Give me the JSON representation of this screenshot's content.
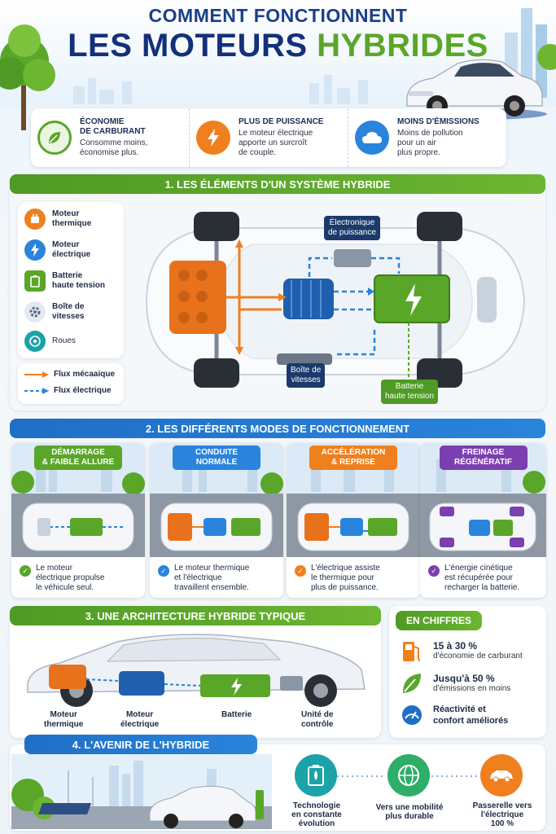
{
  "header": {
    "title_line1": "COMMENT FONCTIONNENT",
    "title_line2_main": "LES MOTEURS ",
    "title_line2_accent": "HYBRIDES"
  },
  "benefits": [
    {
      "title": "ÉCONOMIE\nDE CARBURANT",
      "text": "Consomme moins,\néconomise plus.",
      "icon": "leaf-gauge-icon",
      "color": "#5aa629"
    },
    {
      "title": "PLUS DE PUISSANCE",
      "text": "Le moteur électrique\napporte un surcroît\nde couple.",
      "icon": "lightning-icon",
      "color": "#f07f1e"
    },
    {
      "title": "MOINS D'ÉMISSIONS",
      "text": "Moins de pollution\npour un air\nplus propre.",
      "icon": "cloud-icon",
      "color": "#2a84dc"
    }
  ],
  "section1": {
    "title": "1. LES ÉLÉMENTS D'UN SYSTÈME HYBRIDE",
    "legend": [
      {
        "label": "Moteur\nthermique",
        "icon": "engine-icon",
        "color": "#f07f1e"
      },
      {
        "label": "Moteur\nélectrique",
        "icon": "lightning-icon",
        "color": "#2a84dc"
      },
      {
        "label": "Batterie\nhaute tension",
        "icon": "battery-icon",
        "color": "#5aa629"
      },
      {
        "label": "Boîte de\nvitesses",
        "icon": "gear-icon",
        "color": "#5b6b86"
      },
      {
        "label": "Roues",
        "icon": "wheel-icon",
        "color": "#1ba3a8"
      }
    ],
    "flux": [
      {
        "label": "Flux mécaaique",
        "color": "#f07f1e"
      },
      {
        "label": "Flux électrique",
        "color": "#2a84dc"
      }
    ],
    "callouts": {
      "electronique": "Électronique\nde puissance",
      "boite": "Boîte de\nvitesses",
      "batterie": "Batterie\nhaute tension"
    }
  },
  "section2": {
    "title": "2. LES DIFFÉRENTS MODES DE FONCTIONNEMENT",
    "modes": [
      {
        "badge": "DÉMARRAGE\n& FAIBLE ALLURE",
        "color": "#5aa629",
        "text": "Le moteur\nélectrique propulse\nle véhicule seul."
      },
      {
        "badge": "CONDUITE\nNORMALE",
        "color": "#2a84dc",
        "text": "Le moteur thermique\net l'électrique\ntravaillent ensemble."
      },
      {
        "badge": "ACCÉLÉRATION\n& REPRISE",
        "color": "#f07f1e",
        "text": "L'électrique assiste\nle thermique pour\nplus de puissance."
      },
      {
        "badge": "FREINAGE\nRÉGÉNÉRATIF",
        "color": "#7b3fb0",
        "text": "L'énergie cinétique\nest récupérée pour\nrecharger la batterie."
      }
    ]
  },
  "section3": {
    "title": "3. UNE ARCHITECTURE HYBRIDE TYPIQUE",
    "components": [
      {
        "label": "Moteur\nthermique"
      },
      {
        "label": "Moteur\nélectrique"
      },
      {
        "label": "Batterie"
      },
      {
        "label": "Unité de\ncontrôle"
      }
    ]
  },
  "chiffres": {
    "title": "EN CHIFFRES",
    "rows": [
      {
        "big": "15 à 30 %",
        "small": "d'économie de carburant",
        "icon": "fuel-pump-icon",
        "color": "#f07f1e"
      },
      {
        "big": "Jusqu'à 50 %",
        "small": "d'émissions en moins",
        "icon": "leaf-icon",
        "color": "#5aa629"
      },
      {
        "big": "Réactivité et\nconfort améliorés",
        "small": "",
        "icon": "speedometer-icon",
        "color": "#1f6fc6"
      }
    ]
  },
  "section4": {
    "title": "4. L'AVENIR DE L'HYBRIDE",
    "items": [
      {
        "label": "Technologie\nen constante\névolution",
        "icon": "battery-tech-icon",
        "color": "#1ba3a8"
      },
      {
        "label": "Vers une mobilité\nplus durable",
        "icon": "globe-icon",
        "color": "#2fae6a"
      },
      {
        "label": "Passerelle vers\nl'électrique\n100 %",
        "icon": "car-icon",
        "color": "#f07f1e"
      }
    ]
  }
}
